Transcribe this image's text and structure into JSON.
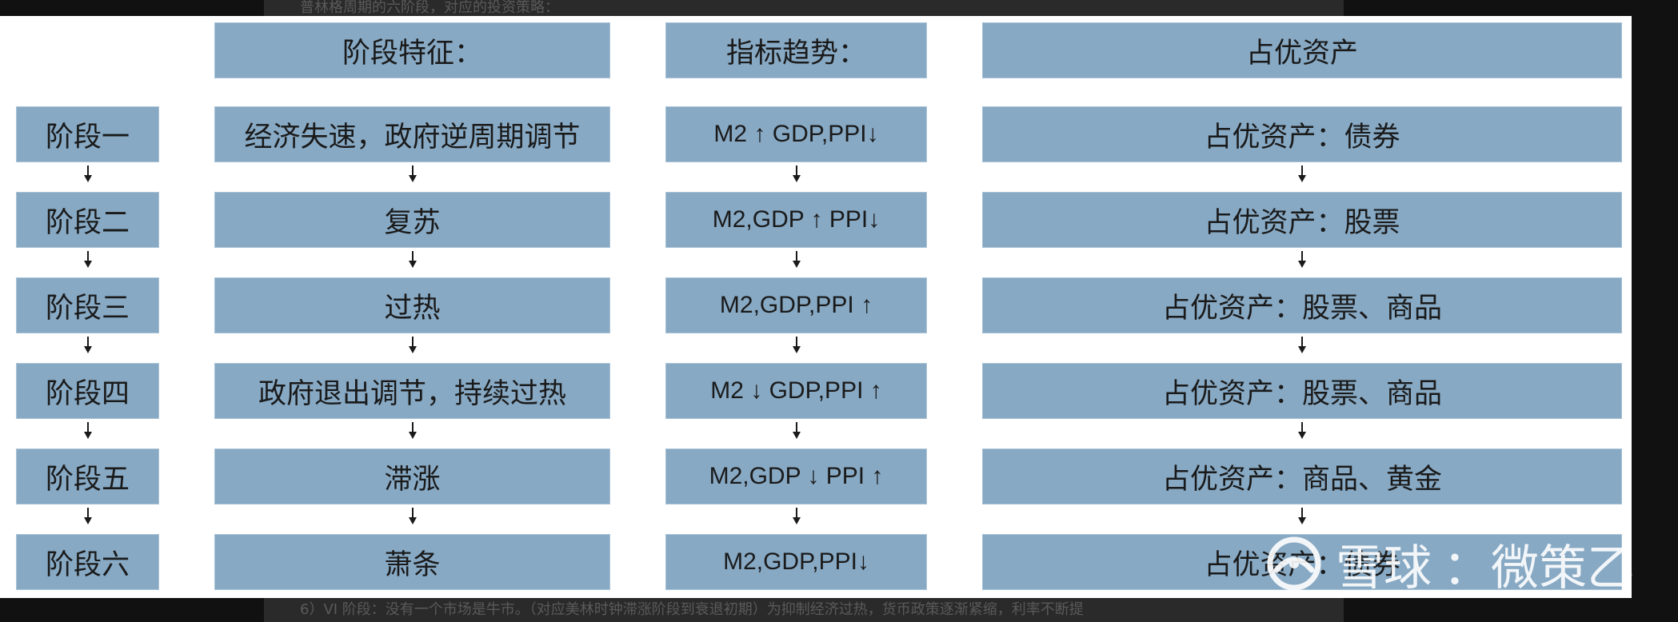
{
  "top_caption": "普林格周期的六阶段，对应的投资策略：",
  "bottom_caption": "6）VI 阶段：没有一个市场是牛市。（对应美林时钟滞涨阶段到衰退初期）为抑制经济过热，货币政策逐渐紧缩，利率不断提",
  "headers": {
    "features": "阶段特征：",
    "indicators": "指标趋势：",
    "assets": "占优资产"
  },
  "stages": [
    {
      "name": "阶段一",
      "feature": "经济失速，政府逆周期调节",
      "indicator": "M2 ↑ GDP,PPI↓",
      "asset": "占优资产：债券"
    },
    {
      "name": "阶段二",
      "feature": "复苏",
      "indicator": "M2,GDP ↑ PPI↓",
      "asset": "占优资产：股票"
    },
    {
      "name": "阶段三",
      "feature": "过热",
      "indicator": "M2,GDP,PPI ↑",
      "asset": "占优资产：股票、商品"
    },
    {
      "name": "阶段四",
      "feature": "政府退出调节，持续过热",
      "indicator": "M2 ↓ GDP,PPI ↑",
      "asset": "占优资产：股票、商品"
    },
    {
      "name": "阶段五",
      "feature": "滞涨",
      "indicator": "M2,GDP ↓ PPI ↑",
      "asset": "占优资产：商品、黄金"
    },
    {
      "name": "阶段六",
      "feature": "萧条",
      "indicator": "M2,GDP,PPI↓",
      "asset": "占优资产：债券"
    }
  ],
  "watermark": {
    "brand": "雪球",
    "author": "：微策乙",
    "icon": "xueqiu-logo-icon"
  },
  "colors": {
    "box_fill": "#87a9c4",
    "text": "#1a1a1a",
    "panel_bg": "#ffffff",
    "page_bg": "#111111"
  }
}
